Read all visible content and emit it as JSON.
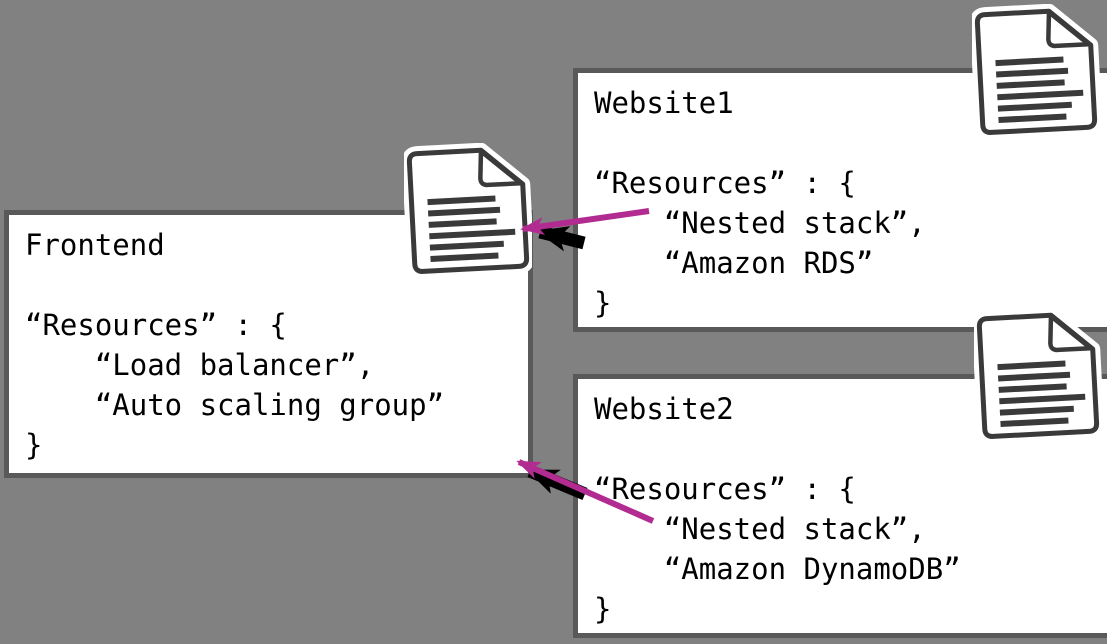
{
  "diagram": {
    "type": "nested-stack-diagram",
    "colors": {
      "background": "#818181",
      "box_border": "#595959",
      "box_fill": "#ffffff",
      "text": "#000000",
      "arrow_black": "#000000",
      "arrow_magenta": "#b12b90",
      "icon_stroke": "#3a3a3a"
    },
    "nodes": [
      {
        "id": "frontend",
        "title": "Frontend",
        "icon": "document-icon",
        "code_lines": [
          "“Resources” : {",
          "    “Load balancer”,",
          "    “Auto scaling group”",
          "}"
        ]
      },
      {
        "id": "website1",
        "title": "Website1",
        "icon": "document-icon",
        "code_lines": [
          "“Resources” : {",
          "    “Nested stack”,",
          "    “Amazon RDS”",
          "}"
        ]
      },
      {
        "id": "website2",
        "title": "Website2",
        "icon": "document-icon",
        "code_lines": [
          "“Resources” : {",
          "    “Nested stack”,",
          "    “Amazon DynamoDB”",
          "}"
        ]
      }
    ],
    "edges": [
      {
        "from": "website1",
        "to": "frontend",
        "style": "black-and-magenta-arrows"
      },
      {
        "from": "website2",
        "to": "frontend",
        "style": "black-and-magenta-arrows"
      }
    ]
  }
}
